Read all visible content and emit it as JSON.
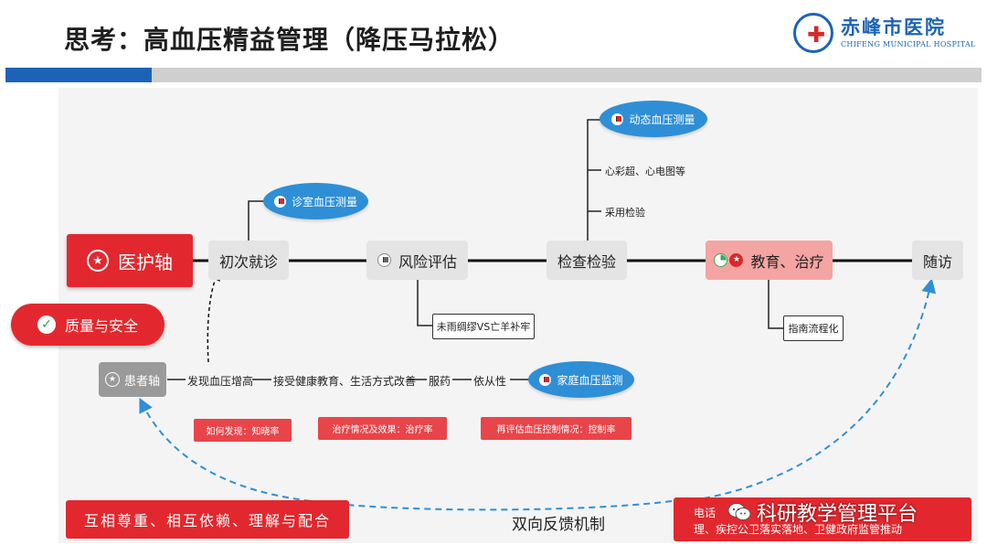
{
  "title": "思考：高血压精益管理（降压马拉松）",
  "logo": {
    "name_cn": "赤峰市医院",
    "name_en": "CHIFENG MUNICIPAL HOSPITAL"
  },
  "colors": {
    "accent_red": "#e2282e",
    "accent_blue": "#1c63b8",
    "ellipse_blue": "#2e8fd6"
  },
  "axes": {
    "medical": "医护轴",
    "patient": "患者轴",
    "quality": "质量与安全"
  },
  "stages": [
    {
      "label": "初次就诊"
    },
    {
      "label": "风险评估"
    },
    {
      "label": "检查检验"
    },
    {
      "label": "教育、治疗"
    },
    {
      "label": "随访"
    }
  ],
  "ellipses": {
    "clinic_bp": "诊室血压测量",
    "ambulatory_bp": "动态血压测量",
    "home_bp": "家庭血压监测"
  },
  "exam_items": [
    "心彩超、心电图等",
    "采用检验"
  ],
  "notes": {
    "risk": "未雨绸缪VS亡羊补牢",
    "guideline": "指南流程化"
  },
  "patient_flow": [
    "发现血压增高",
    "接受健康教育、生活方式改善",
    "服药",
    "依从性"
  ],
  "metrics": [
    "如何发现：知晓率",
    "治疗情况及效果：治疗率",
    "再评估血压控制情况：控制率"
  ],
  "footer": {
    "left": "互相尊重、相互依赖、理解与配合",
    "feedback": "双向反馈机制",
    "right_line1": "电话",
    "right_line2": "理、疾控公卫落实落地、卫健政府监管推动",
    "watermark": "科研教学管理平台"
  }
}
